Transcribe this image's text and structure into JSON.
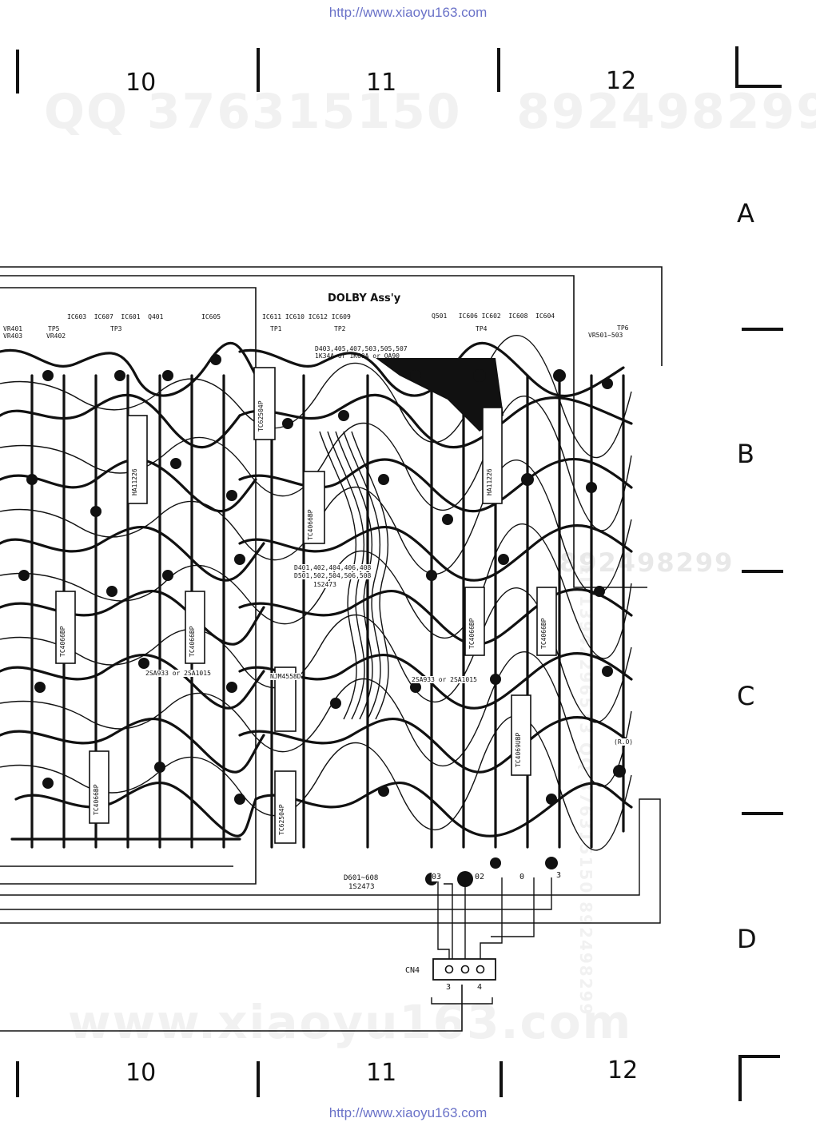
{
  "source_url": "http://www.xiaoyu163.com",
  "watermarks": {
    "top": "QQ 376315150   892498299",
    "bottom": "www.xiaoyu163.com",
    "side": "TEL 13942296513 QQ 376315150 892498299",
    "mid": "892498299"
  },
  "grid": {
    "columns": [
      "10",
      "11",
      "12"
    ],
    "rows": [
      "A",
      "B",
      "C",
      "D"
    ]
  },
  "board": {
    "title": "DOLBY Ass'y",
    "ic_header_left": "IC603  IC607  IC601  Q401",
    "ic_header_mid_a": "IC605",
    "ic_header_mid_b": "IC611 IC610 IC612 IC609",
    "ic_header_right": "Q501   IC606 IC602  IC608  IC604",
    "vr_left": "VR401\nVR403",
    "tp5": "TP5",
    "vr402": "VR402",
    "tp3": "TP3",
    "tp1": "TP1",
    "tp2": "TP2",
    "tp4": "TP4",
    "tp6": "TP6",
    "vr_right": "VR501~503",
    "diode_note_1": "D403,405,407,503,505,507",
    "diode_note_2": "1K34A or 1K60A or OA90",
    "diode_note_3": "D401,402,404,406,408",
    "diode_note_4": "D501,502,504,506,508",
    "diode_note_5": "1S2473",
    "diode_bottom_1": "D601~608",
    "diode_bottom_2": "1S2473",
    "connector": "CN4",
    "cn_pins": [
      "3",
      "4"
    ],
    "cn_nodes": [
      "03",
      "02",
      "0",
      "3"
    ],
    "ics": [
      "TC62504P",
      "TC4066BP",
      "HA11226",
      "HA11226",
      "TC4066BP",
      "TC4066BP",
      "TC4066BP",
      "TC4066BP",
      "NJM4558D",
      "TC62504P",
      "TC4066BP",
      "TC4069UBP"
    ],
    "transistors": [
      "2SA933 or 2SA1015",
      "2SA933 or 2SA1015"
    ],
    "tp6_note": "(R.O)"
  }
}
